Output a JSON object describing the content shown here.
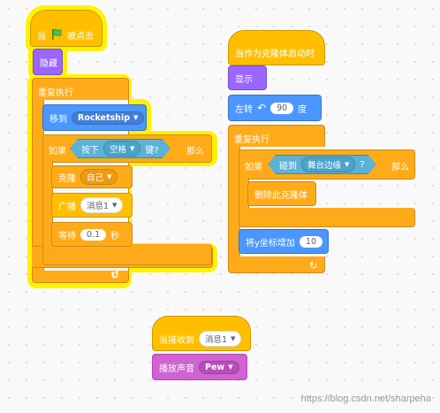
{
  "script1": {
    "hat_when": "当",
    "hat_clicked": "被点击",
    "hide": "隐藏",
    "forever": "重复执行",
    "goto": "移到",
    "goto_target": "Rocketship",
    "if": "如果",
    "key_pressed_pre": "按下",
    "key_value": "空格",
    "key_pressed_post": "键?",
    "then": "那么",
    "clone": "克隆",
    "clone_target": "自己",
    "broadcast": "广播",
    "broadcast_msg": "消息1",
    "wait": "等待",
    "wait_value": "0.1",
    "wait_unit": "秒"
  },
  "script2": {
    "hat": "当作为克隆体启动时",
    "show": "显示",
    "turn_left": "左转",
    "turn_value": "90",
    "turn_unit": "度",
    "forever": "重复执行",
    "if": "如果",
    "touching": "碰到",
    "touching_target": "舞台边缘",
    "question": "?",
    "then": "那么",
    "delete_clone": "删除此克隆体",
    "change_y": "将y坐标增加",
    "change_y_value": "10"
  },
  "script3": {
    "hat": "当接收到",
    "hat_msg": "消息1",
    "play_sound": "播放声音",
    "sound_name": "Pew"
  },
  "watermark": "https://blog.csdn.net/sharpeha",
  "colors": {
    "control": "#ffab19",
    "events": "#ffbf00",
    "looks": "#9966ff",
    "motion": "#4c97ff",
    "sound": "#cf63cf",
    "sensing": "#5cb1d6",
    "glow": "#fff200"
  }
}
